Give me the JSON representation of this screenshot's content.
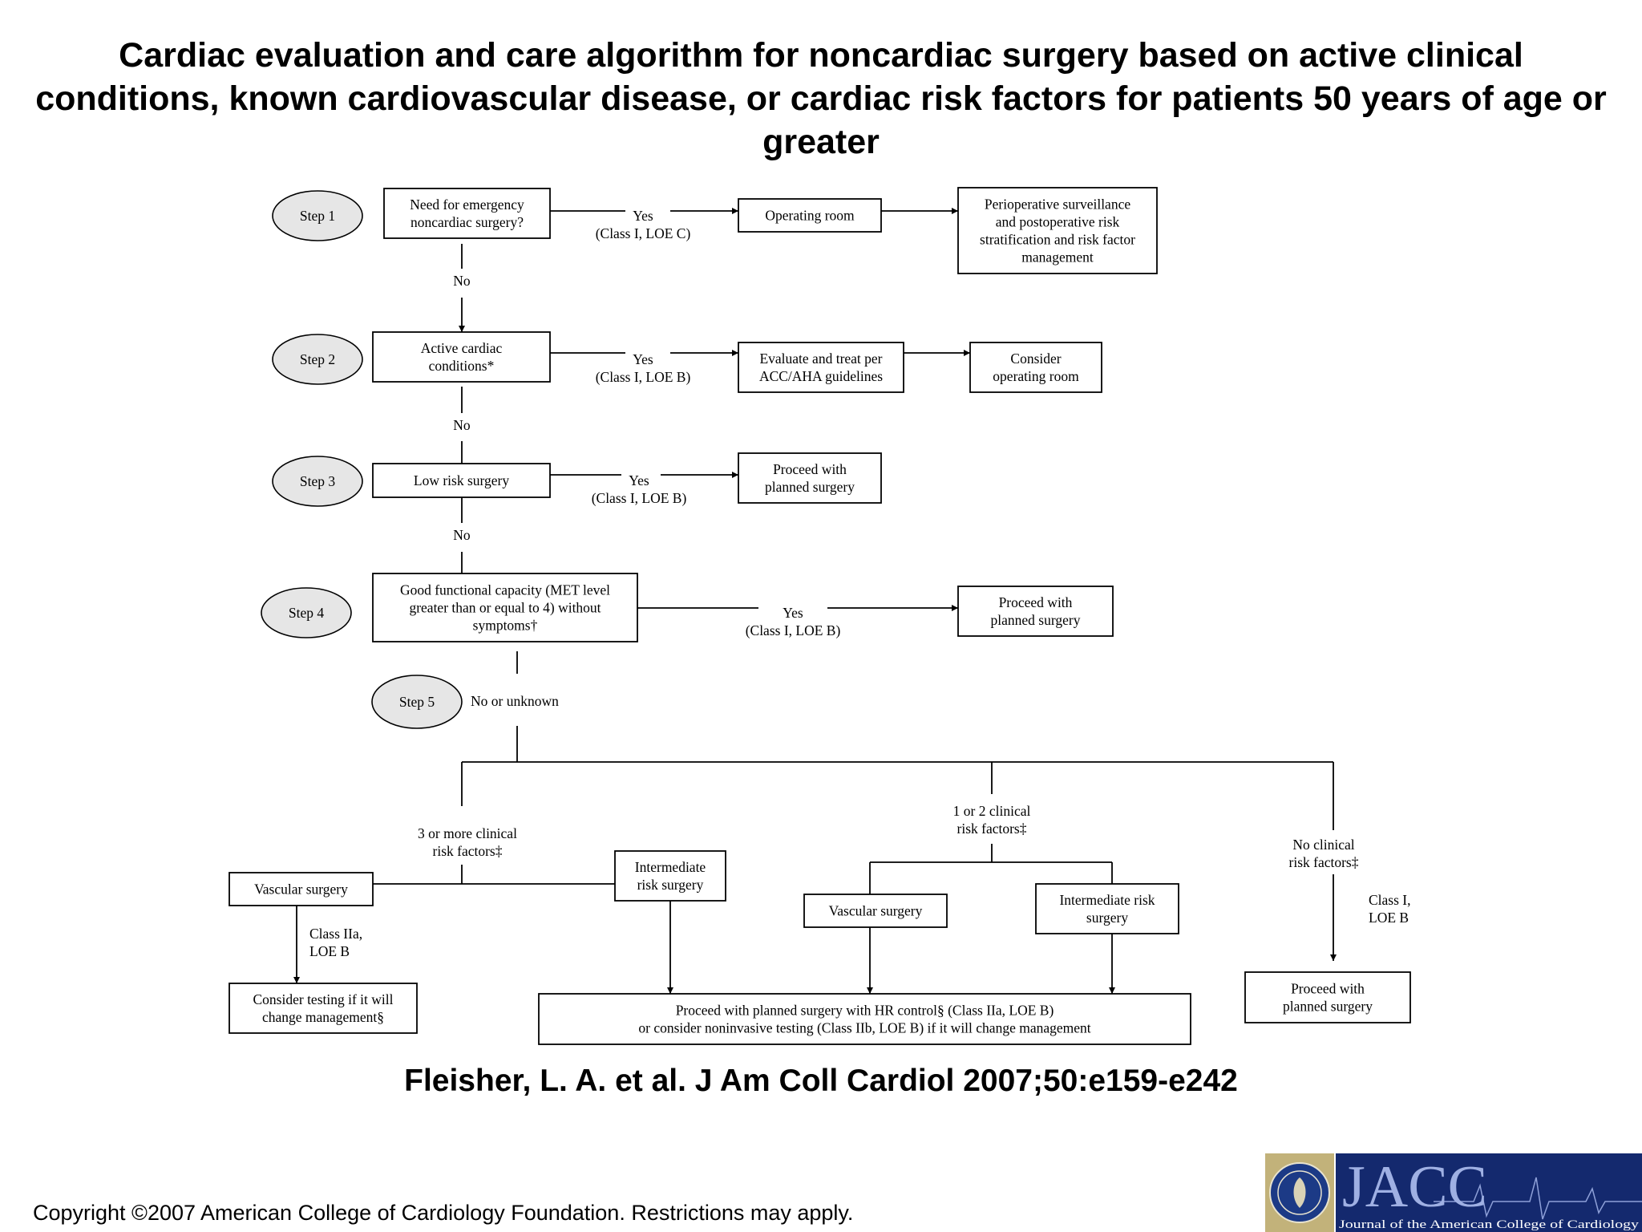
{
  "title": "Cardiac evaluation and care algorithm for noncardiac surgery based on active clinical conditions, known cardiovascular disease, or cardiac risk factors for patients 50 years of age or greater",
  "citation": "Fleisher, L. A. et al. J Am Coll Cardiol 2007;50:e159-e242",
  "copyright": "Copyright ©2007 American College of Cardiology Foundation. Restrictions may apply.",
  "steps": [
    "Step 1",
    "Step 2",
    "Step 3",
    "Step 4",
    "Step 5"
  ],
  "boxes": {
    "emergency": [
      "Need for emergency",
      "noncardiac surgery?"
    ],
    "operating_room": [
      "Operating room"
    ],
    "perioperative": [
      "Perioperative surveillance",
      "and postoperative risk",
      "stratification and risk factor",
      "management"
    ],
    "active_cardiac": [
      "Active cardiac",
      "conditions*"
    ],
    "evaluate_treat": [
      "Evaluate and treat per",
      "ACC/AHA guidelines"
    ],
    "consider_or": [
      "Consider",
      "operating room"
    ],
    "low_risk": [
      "Low risk surgery"
    ],
    "proceed_3": [
      "Proceed with",
      "planned surgery"
    ],
    "functional": [
      "Good functional capacity (MET level",
      "greater than or equal to 4) without",
      "symptoms†"
    ],
    "proceed_4": [
      "Proceed with",
      "planned surgery"
    ],
    "vascular_left": [
      "Vascular surgery"
    ],
    "intermediate_left": [
      "Intermediate",
      "risk surgery"
    ],
    "consider_testing": [
      "Consider testing if it will",
      "change management§"
    ],
    "vascular_mid": [
      "Vascular surgery"
    ],
    "intermediate_mid": [
      "Intermediate risk",
      "surgery"
    ],
    "hr_control": [
      "Proceed with planned surgery with HR control§ (Class IIa, LOE B)",
      "or consider  noninvasive testing (Class IIb, LOE B) if it will change management"
    ],
    "proceed_none": [
      "Proceed with",
      "planned surgery"
    ]
  },
  "labels": {
    "yes_1": [
      "Yes",
      "(Class I, LOE C)"
    ],
    "yes_2": [
      "Yes",
      "(Class I, LOE B)"
    ],
    "yes_3": [
      "Yes",
      "(Class I, LOE B)"
    ],
    "yes_4": [
      "Yes",
      "(Class I, LOE B)"
    ],
    "no_1": "No",
    "no_2": "No",
    "no_3": "No",
    "no_unknown": "No or unknown",
    "three_more": [
      "3 or more clinical",
      "risk factors‡"
    ],
    "one_two": [
      "1 or 2 clinical",
      "risk factors‡"
    ],
    "no_clinical": [
      "No clinical",
      "risk factors‡"
    ],
    "class_2a": [
      "Class IIa,",
      "LOE B"
    ],
    "class_1": [
      "Class I,",
      "LOE B"
    ]
  },
  "logo": {
    "text": "JACC",
    "subtitle": "Journal of the American College of Cardiology"
  }
}
